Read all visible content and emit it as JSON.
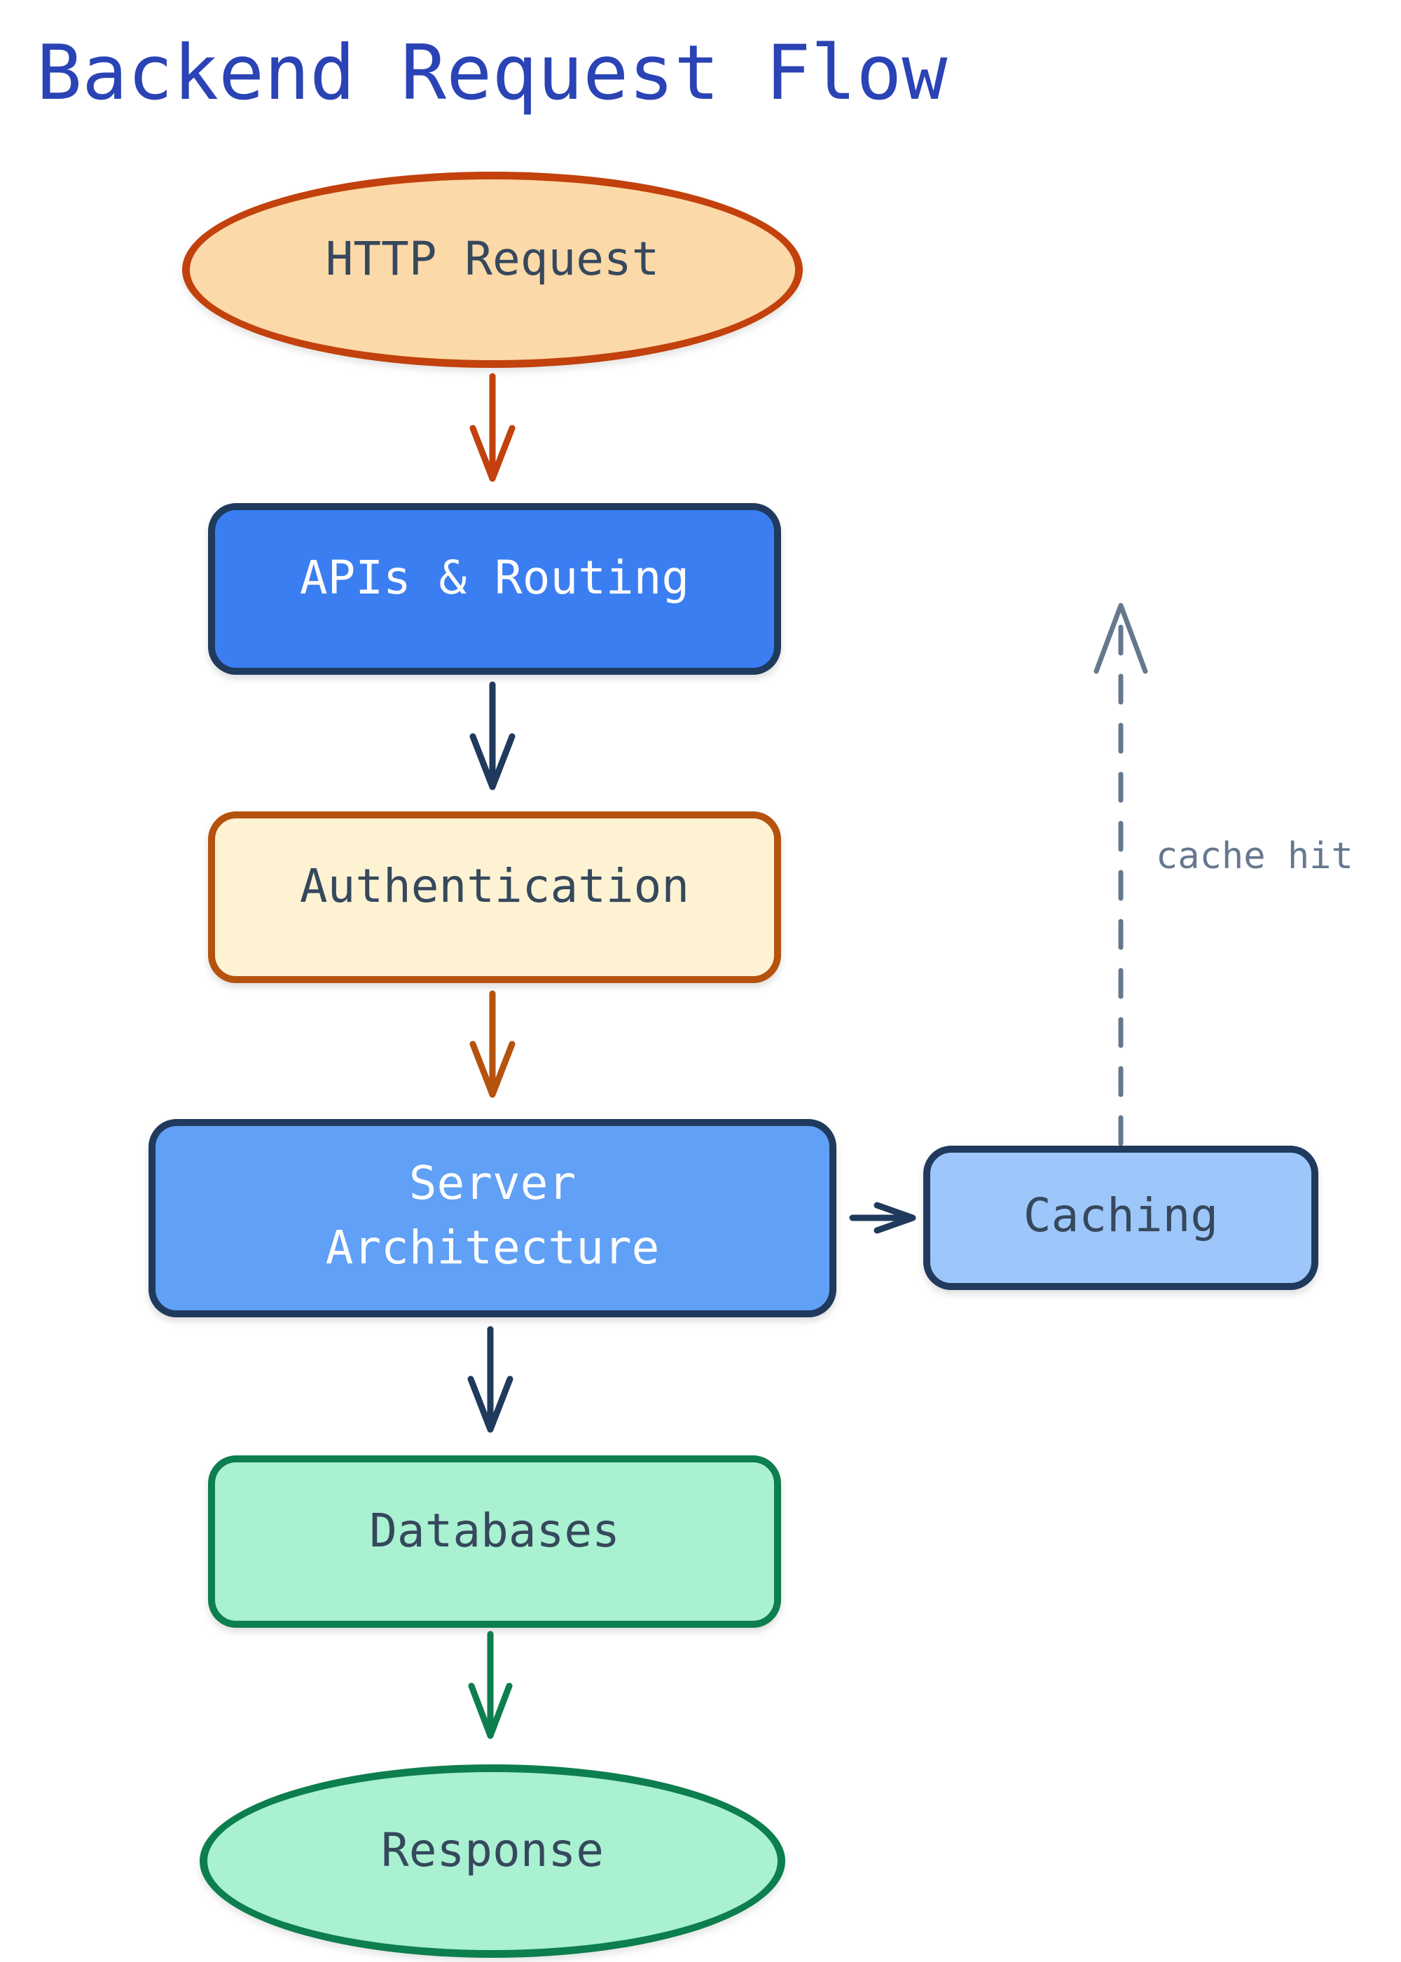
{
  "title": {
    "text": "Backend Request Flow",
    "color": "#2a43b5"
  },
  "nodes": {
    "http_request": {
      "label": "HTTP Request",
      "shape": "ellipse",
      "fill": "#fcd9a8",
      "border": "#c2410c",
      "text_color": "#36485c"
    },
    "apis_routing": {
      "label": "APIs & Routing",
      "shape": "rounded-rect",
      "fill": "#3b7ef2",
      "border": "#1f3a5c",
      "text_color": "#fdfdfd"
    },
    "authentication": {
      "label": "Authentication",
      "shape": "rounded-rect",
      "fill": "#fdf3d3",
      "border": "#b5530e",
      "text_color": "#36485c"
    },
    "server_architecture": {
      "label": "Server Architecture",
      "lines": [
        "Server",
        "Architecture"
      ],
      "shape": "rounded-rect",
      "fill": "#60a0f6",
      "border": "#1f3a5c",
      "text_color": "#fdfdfd"
    },
    "caching": {
      "label": "Caching",
      "shape": "rounded-rect",
      "fill": "#9dc7fa",
      "border": "#1f3a5c",
      "text_color": "#36485c"
    },
    "databases": {
      "label": "Databases",
      "shape": "rounded-rect",
      "fill": "#a9f1d1",
      "border": "#0d7e4e",
      "text_color": "#36485c"
    },
    "response": {
      "label": "Response",
      "shape": "ellipse",
      "fill": "#a9f1d1",
      "border": "#0d7e4e",
      "text_color": "#36485c"
    }
  },
  "edges": {
    "cache_hit_label": "cache hit",
    "cache_hit_color": "#66788e",
    "list": [
      {
        "from": "http_request",
        "to": "apis_routing",
        "style": "solid",
        "color": "#c2410c"
      },
      {
        "from": "apis_routing",
        "to": "authentication",
        "style": "solid",
        "color": "#1f3a5c"
      },
      {
        "from": "authentication",
        "to": "server_architecture",
        "style": "solid",
        "color": "#b5530e"
      },
      {
        "from": "server_architecture",
        "to": "databases",
        "style": "solid",
        "color": "#1f3a5c"
      },
      {
        "from": "server_architecture",
        "to": "caching",
        "style": "solid",
        "color": "#1f3a5c"
      },
      {
        "from": "databases",
        "to": "response",
        "style": "solid",
        "color": "#0d7e4e"
      },
      {
        "from": "caching",
        "direction": "up",
        "style": "dashed",
        "color": "#66788e",
        "label": "cache hit"
      }
    ]
  }
}
